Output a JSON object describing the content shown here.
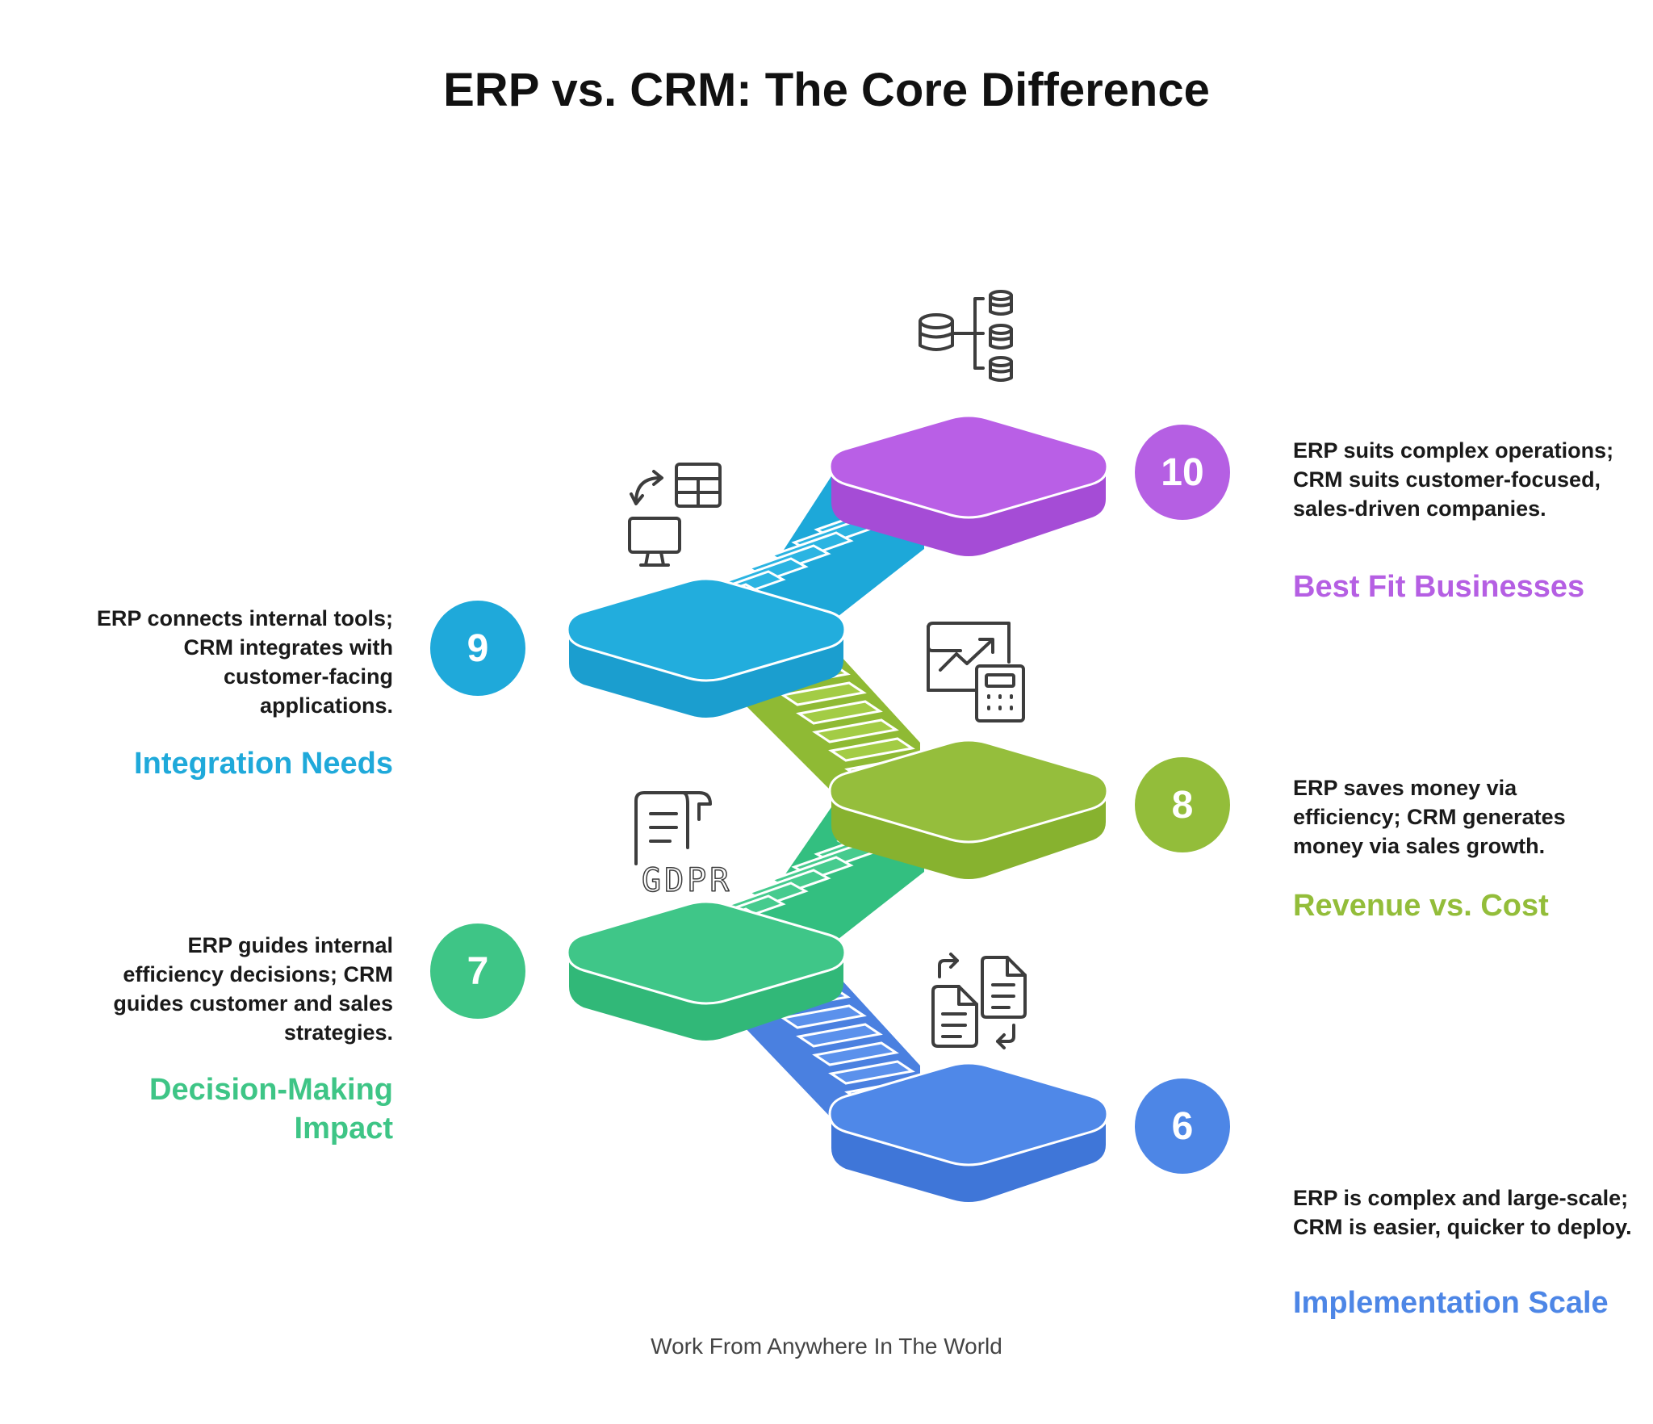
{
  "title": "ERP vs. CRM: The Core Difference",
  "footer": "Work From Anywhere In The World",
  "steps": [
    {
      "number": "10",
      "color": "#B55FE3",
      "label_lines": [
        "Best Fit Businesses"
      ],
      "desc_lines": [
        "ERP suits complex operations;",
        "CRM suits customer-focused,",
        "sales-driven companies."
      ],
      "icon": "database-network-icon"
    },
    {
      "number": "9",
      "color": "#1FA9DA",
      "label_lines": [
        "Integration Needs"
      ],
      "desc_lines": [
        "ERP connects internal tools;",
        "CRM integrates with",
        "customer-facing",
        "applications."
      ],
      "icon": "monitor-table-sync-icon"
    },
    {
      "number": "8",
      "color": "#93BD3A",
      "label_lines": [
        "Revenue vs. Cost"
      ],
      "desc_lines": [
        "ERP saves money via",
        "efficiency; CRM generates",
        "money via sales growth."
      ],
      "icon": "chart-calculator-icon"
    },
    {
      "number": "7",
      "color": "#3EC586",
      "label_lines": [
        "Decision-Making",
        "Impact"
      ],
      "desc_lines": [
        "ERP guides internal",
        "efficiency decisions; CRM",
        "guides customer and sales",
        "strategies."
      ],
      "icon": "gdpr-document-icon"
    },
    {
      "number": "6",
      "color": "#4D86E6",
      "label_lines": [
        "Implementation Scale"
      ],
      "desc_lines": [
        "ERP is complex and large-scale;",
        "CRM is easier, quicker to deploy."
      ],
      "icon": "document-swap-icon"
    }
  ]
}
